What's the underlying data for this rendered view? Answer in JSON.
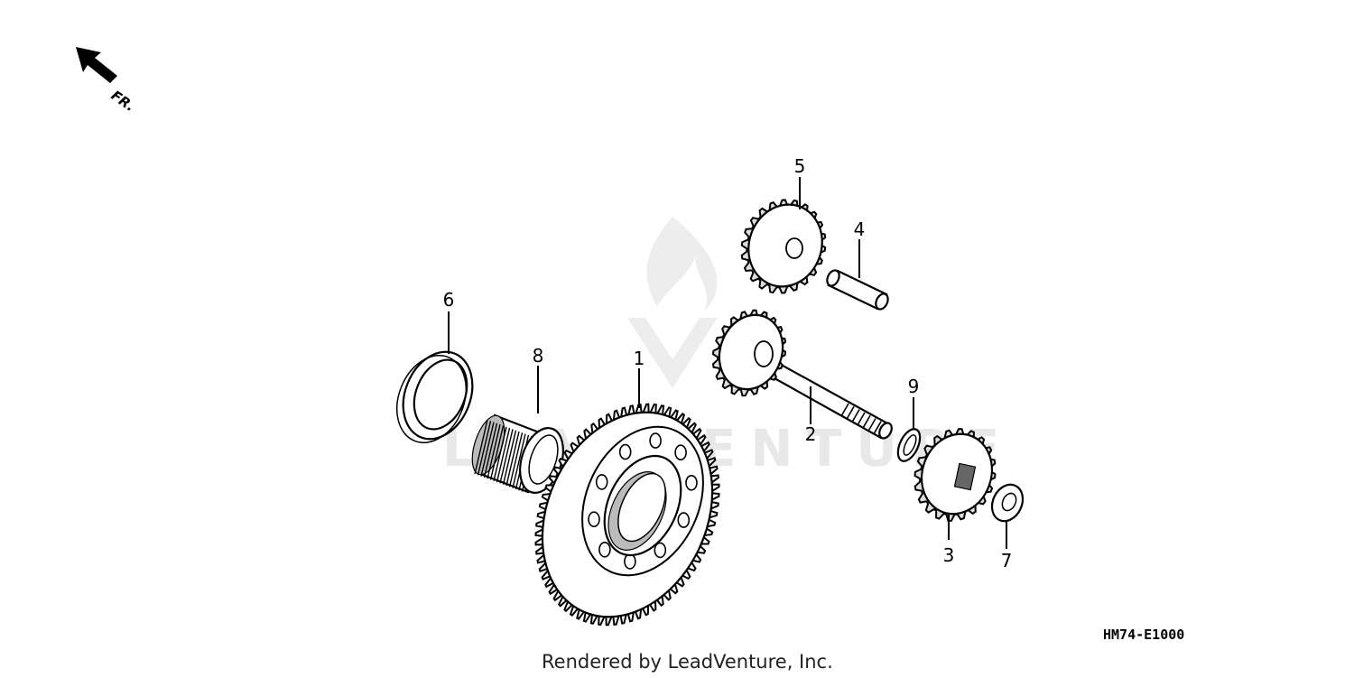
{
  "direction_label": "FR.",
  "watermark_text": "LEADVENTURE",
  "diagram_code": "HM74-E1000",
  "footer_text": "Rendered by LeadVenture, Inc.",
  "callouts": [
    {
      "id": "1",
      "label": "1"
    },
    {
      "id": "2",
      "label": "2"
    },
    {
      "id": "3",
      "label": "3"
    },
    {
      "id": "4",
      "label": "4"
    },
    {
      "id": "5",
      "label": "5"
    },
    {
      "id": "6",
      "label": "6"
    },
    {
      "id": "7",
      "label": "7"
    },
    {
      "id": "8",
      "label": "8"
    },
    {
      "id": "9",
      "label": "9"
    }
  ]
}
